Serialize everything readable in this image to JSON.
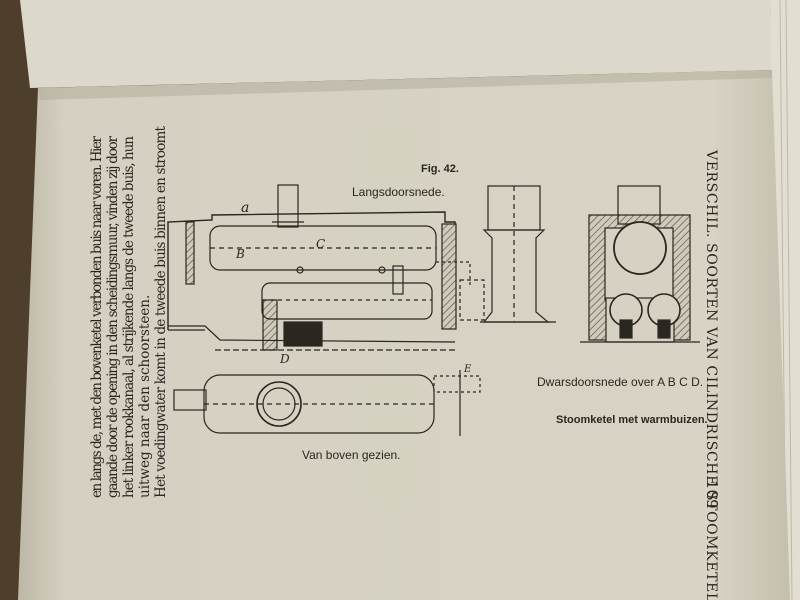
{
  "page": {
    "running_head": "VERSCHIL. SOORTEN VAN CILINDRISCHE STOOMKETELS.",
    "page_number": "109"
  },
  "figure": {
    "number": "Fig. 42.",
    "label_longitudinal": "Langsdoorsnede.",
    "label_cross": "Dwarsdoorsnede over A B C D.",
    "label_top": "Van boven gezien.",
    "caption": "Stoomketel met warmbuizen.",
    "letters": {
      "a": "a",
      "b": "B",
      "c": "C",
      "d": "D",
      "e": "E"
    }
  },
  "body_text": [
    "en langs de, met den bovenketel verbonden buis naar voren. Hier",
    "gaande door de opening in den scheidingsmuur, vinden zij door",
    "het linker rookkanaal, al strijkende langs de tweede buis, hun",
    "uitweg naar den schoorsteen.",
    "Het voedingwater komt in de tweede buis binnen en stroomt"
  ],
  "colors": {
    "paper": "#d6d1c2",
    "ink": "#2a2620",
    "hatch": "#6b655a",
    "backdrop": "#5a4a34"
  }
}
